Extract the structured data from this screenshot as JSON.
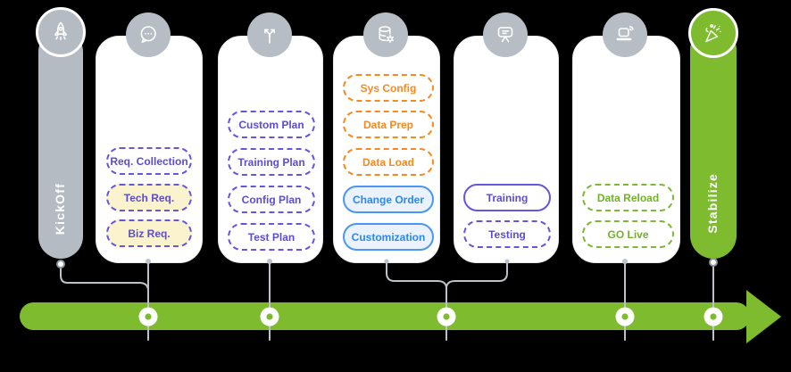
{
  "diagram": {
    "kickoff": {
      "label": "KickOff",
      "icon": "rocket-icon"
    },
    "stabilize": {
      "label": "Stabilize",
      "icon": "party-popper-icon"
    },
    "cards": [
      {
        "name": "requirements",
        "icon": "chat-icon",
        "pills": [
          {
            "label": "Req. Collection",
            "style": "purple-dashed"
          },
          {
            "label": "Tech Req.",
            "style": "purple-dashed-yellow"
          },
          {
            "label": "Biz Req.",
            "style": "purple-dashed-yellow"
          }
        ]
      },
      {
        "name": "plans",
        "icon": "branch-icon",
        "pills": [
          {
            "label": "Custom Plan",
            "style": "purple-dashed"
          },
          {
            "label": "Training Plan",
            "style": "purple-dashed"
          },
          {
            "label": "Config Plan",
            "style": "purple-dashed"
          },
          {
            "label": "Test Plan",
            "style": "purple-dashed"
          }
        ]
      },
      {
        "name": "config-and-data",
        "icon": "database-gear-icon",
        "pills": [
          {
            "label": "Sys Config",
            "style": "orange-dashed"
          },
          {
            "label": "Data Prep",
            "style": "orange-dashed"
          },
          {
            "label": "Data Load",
            "style": "orange-dashed"
          },
          {
            "label": "Change Order",
            "style": "blue-solid"
          },
          {
            "label": "Customization",
            "style": "blue-solid"
          }
        ]
      },
      {
        "name": "training-testing",
        "icon": "presentation-icon",
        "pills": [
          {
            "label": "Training",
            "style": "purple-solid"
          },
          {
            "label": "Testing",
            "style": "purple-dashed"
          }
        ]
      },
      {
        "name": "go-live",
        "icon": "laptop-icon",
        "pills": [
          {
            "label": "Data Reload",
            "style": "green-dashed"
          },
          {
            "label": "GO Live",
            "style": "green-dashed"
          }
        ]
      }
    ],
    "timeline": {
      "milestone_count": 5,
      "direction": "left-to-right"
    },
    "colors": {
      "gray": "#b5bbc2",
      "green": "#7fbb2f",
      "purple": "#5b4dd3",
      "orange": "#f6891f",
      "blue": "#2e86f0",
      "yellow_fill": "#faf3cd",
      "blue_fill": "#e9f2fd",
      "connector_gray": "#bcc2c8",
      "card_background": "#ffffff"
    }
  }
}
